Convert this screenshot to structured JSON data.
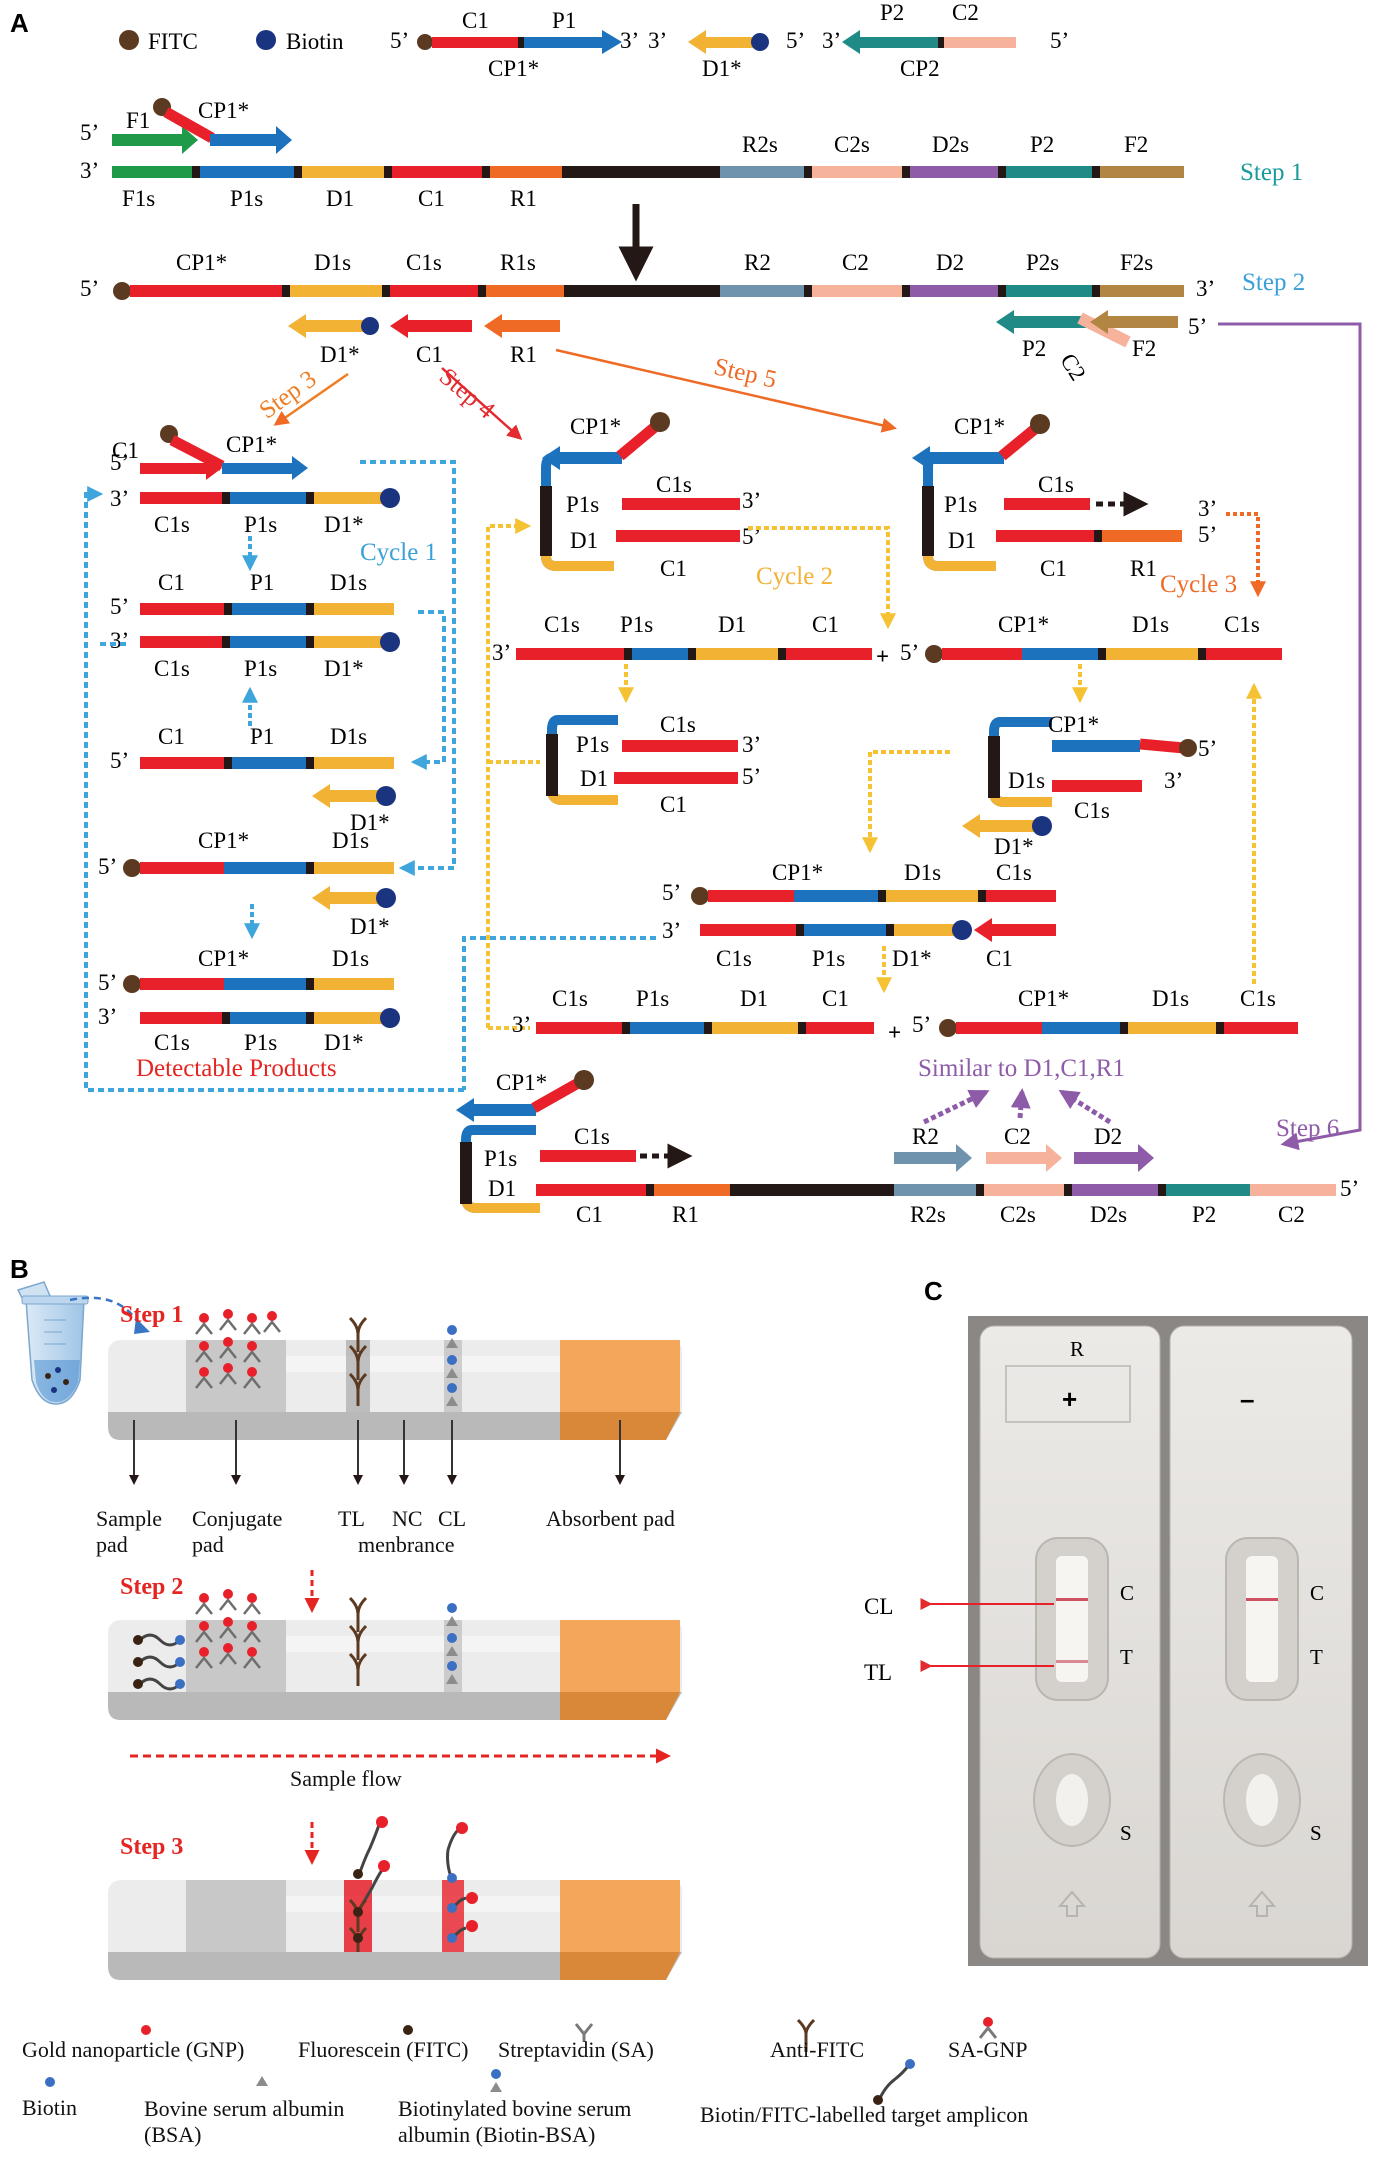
{
  "panel_labels": {
    "a": "A",
    "b": "B",
    "c": "C"
  },
  "legend_top": {
    "fitc": "FITC",
    "biotin": "Biotin"
  },
  "colors": {
    "red": "#e8202a",
    "blue": "#1c72bd",
    "yellow": "#f2b233",
    "green": "#1f9a48",
    "orange": "#ee6a25",
    "black": "#231815",
    "steel": "#6f93ad",
    "salmon": "#f6b29b",
    "purple": "#8e5ba8",
    "teal": "#1f8a86",
    "tan": "#b38543",
    "fitc": "#5b3a21",
    "biotin": "#1b3480",
    "cycleBlue": "#3ea6dd",
    "cycleYellow": "#f5c233",
    "stepTeal": "#1a9a9a",
    "stepBlue": "#3aa0d8",
    "stepOrange": "#ef7d22",
    "stepRed": "#e22a2f",
    "stepPurple": "#8e5ba8",
    "stripOrange": "#f4a65a"
  },
  "primers": {
    "cp1_top": "C1",
    "cp1_p1": "P1",
    "cp1_name": "CP1*",
    "d1_name": "D1*",
    "cp2_p2": "P2",
    "cp2_c2": "C2",
    "cp2_name": "CP2"
  },
  "ends": {
    "five": "5’",
    "three": "3’"
  },
  "step1": {
    "label": "Step 1",
    "primer_f1": "F1",
    "primer_cp1": "CP1*",
    "segments": [
      "F1s",
      "P1s",
      "D1",
      "C1",
      "R1"
    ],
    "right_segments": [
      "R2s",
      "C2s",
      "D2s",
      "P2",
      "F2"
    ]
  },
  "step2": {
    "label": "Step 2",
    "segments": [
      "CP1*",
      "D1s",
      "C1s",
      "R1s"
    ],
    "right_segments": [
      "R2",
      "C2",
      "D2",
      "P2s",
      "F2s"
    ],
    "bottom_primers": [
      "D1*",
      "C1",
      "R1"
    ],
    "right_primers": [
      "P2",
      "C2",
      "F2"
    ]
  },
  "steps": {
    "s3": "Step 3",
    "s4": "Step 4",
    "s5": "Step 5",
    "s6": "Step 6"
  },
  "cycles": {
    "c1": "Cycle 1",
    "c2": "Cycle 2",
    "c3": "Cycle 3"
  },
  "labels": {
    "c1": "C1",
    "p1": "P1",
    "d1": "D1",
    "c1s": "C1s",
    "p1s": "P1s",
    "d1s": "D1s",
    "d1star": "D1*",
    "cp1star": "CP1*",
    "r1": "R1",
    "r2": "R2",
    "c2": "C2",
    "d2": "D2",
    "r2s": "R2s",
    "c2s": "C2s",
    "d2s": "D2s",
    "p2": "P2",
    "plus": "+"
  },
  "detectable": "Detectable Products",
  "similar": "Similar to  D1,C1,R1",
  "panel_b": {
    "step1": "Step 1",
    "step2": "Step 2",
    "step3": "Step 3",
    "sample_pad": [
      "Sample",
      "pad"
    ],
    "conjugate_pad": [
      "Conjugate",
      "pad"
    ],
    "tl": "TL",
    "nc": [
      "NC",
      "menbrance"
    ],
    "cl": "CL",
    "absorbent": "Absorbent pad",
    "sample_flow": "Sample flow"
  },
  "legend_bottom": {
    "gnp": "Gold nanoparticle (GNP)",
    "fitc": "Fluorescein (FITC)",
    "sa": "Streptavidin (SA)",
    "anti_fitc": "Anti-FITC",
    "sa_gnp": "SA-GNP",
    "biotin": "Biotin",
    "bsa": [
      "Bovine serum albumin",
      "(BSA)"
    ],
    "biotin_bsa": [
      "Biotinylated bovine serum",
      "albumin (Biotin-BSA)"
    ],
    "amplicon": "Biotin/FITC-labelled target amplicon"
  },
  "panel_c": {
    "plus": "+",
    "minus": "–",
    "cl": "CL",
    "tl": "TL",
    "c": "C",
    "t": "T",
    "s": "S",
    "r": "R"
  }
}
